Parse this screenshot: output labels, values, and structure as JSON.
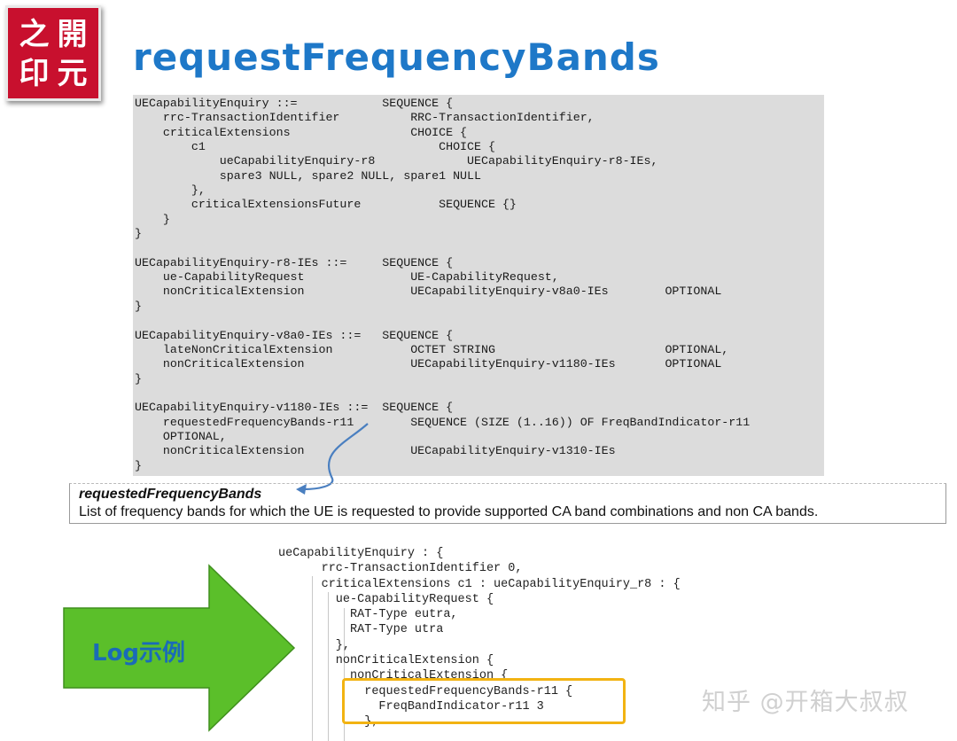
{
  "logo": {
    "chars": [
      "之",
      "開",
      "印",
      "元"
    ]
  },
  "title": "requestFrequencyBands",
  "asn1": [
    "UECapabilityEnquiry ::=            SEQUENCE {",
    "    rrc-TransactionIdentifier          RRC-TransactionIdentifier,",
    "    criticalExtensions                 CHOICE {",
    "        c1                                 CHOICE {",
    "            ueCapabilityEnquiry-r8             UECapabilityEnquiry-r8-IEs,",
    "            spare3 NULL, spare2 NULL, spare1 NULL",
    "        },",
    "        criticalExtensionsFuture           SEQUENCE {}",
    "    }",
    "}",
    "",
    "UECapabilityEnquiry-r8-IEs ::=     SEQUENCE {",
    "    ue-CapabilityRequest               UE-CapabilityRequest,",
    "    nonCriticalExtension               UECapabilityEnquiry-v8a0-IEs        OPTIONAL",
    "}",
    "",
    "UECapabilityEnquiry-v8a0-IEs ::=   SEQUENCE {",
    "    lateNonCriticalExtension           OCTET STRING                        OPTIONAL,",
    "    nonCriticalExtension               UECapabilityEnquiry-v1180-IEs       OPTIONAL",
    "}",
    "",
    "UECapabilityEnquiry-v1180-IEs ::=  SEQUENCE {",
    "    requestedFrequencyBands-r11        SEQUENCE (SIZE (1..16)) OF FreqBandIndicator-r11",
    "    OPTIONAL,",
    "    nonCriticalExtension               UECapabilityEnquiry-v1310-IEs",
    "}"
  ],
  "definition": {
    "term": "requestedFrequencyBands",
    "text": "List of frequency bands for which the UE is requested to provide supported CA band combinations and non CA bands."
  },
  "arrow": {
    "label": "Log示例",
    "fill_color": "#5bbf2a",
    "label_color": "#1a6bb8"
  },
  "log": [
    "ueCapabilityEnquiry : {",
    "      rrc-TransactionIdentifier 0,",
    "      criticalExtensions c1 : ueCapabilityEnquiry_r8 : {",
    "        ue-CapabilityRequest {",
    "          RAT-Type eutra,",
    "          RAT-Type utra",
    "        },",
    "        nonCriticalExtension {",
    "          nonCriticalExtension {",
    "            requestedFrequencyBands-r11 {",
    "              FreqBandIndicator-r11 3",
    "            },"
  ],
  "highlight_color": "#f2b312",
  "watermark": "知乎 @开箱大叔叔"
}
